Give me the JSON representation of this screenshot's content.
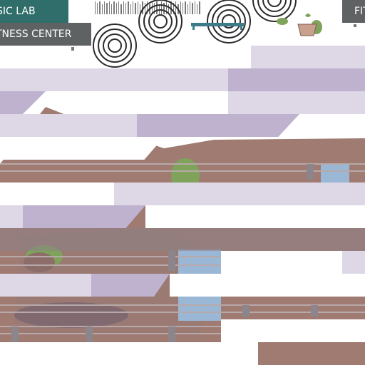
{
  "labels": {
    "music_lab": "SIC LAB",
    "fitness_center": "TNESS CENTER",
    "fitness_center_right": "FIT"
  },
  "colors": {
    "music_label_bg": "#2f6e6a",
    "fitness_label_bg": "#5f6263",
    "lavender_light": "#ddd7e6",
    "lavender_mid": "#bfb2cf",
    "brown_wood": "#a07b72",
    "water_blue": "#9bb7d6",
    "plant_green": "#7fa35a"
  },
  "icons": [
    "barcode-icon",
    "spiral-maze-icon",
    "bench-icon",
    "potted-plant-icon"
  ]
}
